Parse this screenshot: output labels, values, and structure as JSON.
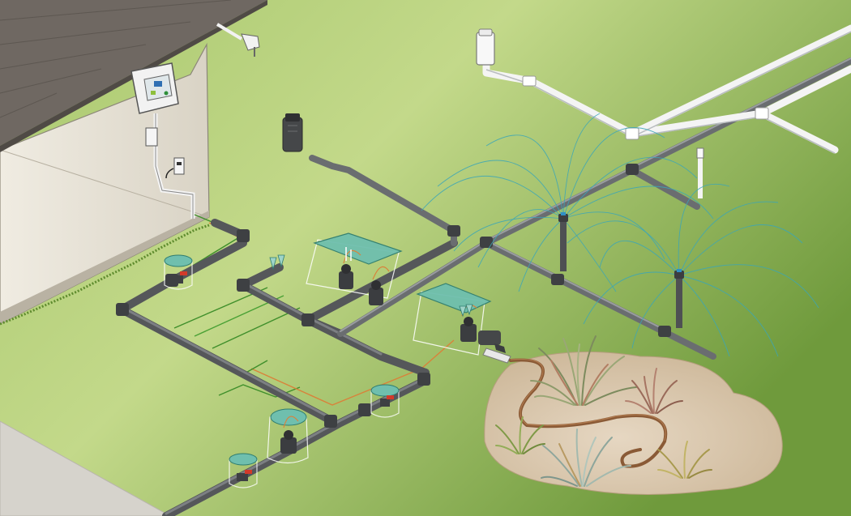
{
  "scene": {
    "title": "",
    "palette": {
      "lawn_light": "#c3d98a",
      "lawn_mid": "#9cc264",
      "lawn_dark": "#6f9a3c",
      "roof": "#6f6862",
      "wall": "#e8e3d8",
      "driveway": "#d6d3cc",
      "pipe_main": "#55575a",
      "pipe_lateral": "#7a7d80",
      "pipe_pvc": "#f4f4f4",
      "valve_box_lid": "#6fbfae",
      "spray_water": "#3aa6b8",
      "wire_green": "#3f8f2b",
      "wire_orange": "#d9823a",
      "drip_tubing": "#8a5a36",
      "bed_soil": "#dcc9b0",
      "ball_valve_handle": "#d23a2a"
    },
    "components": [
      {
        "name": "controller",
        "icon": "irrigation-controller-icon"
      },
      {
        "name": "outdoor-outlet",
        "icon": "power-outlet-icon"
      },
      {
        "name": "hose-bib",
        "icon": "hose-bib-icon"
      },
      {
        "name": "pop-up-rotor",
        "icon": "rotor-head-icon"
      },
      {
        "name": "pvc-riser-rotor",
        "icon": "riser-sprinkler-icon"
      },
      {
        "name": "spray-head",
        "icon": "spray-head-icon"
      },
      {
        "name": "valve-manifold",
        "icon": "valve-manifold-icon"
      },
      {
        "name": "isolation-ball-valve",
        "icon": "ball-valve-icon"
      },
      {
        "name": "drip-zone",
        "icon": "drip-line-icon"
      },
      {
        "name": "ornamental-grass",
        "icon": "grass-plant-icon"
      }
    ]
  }
}
